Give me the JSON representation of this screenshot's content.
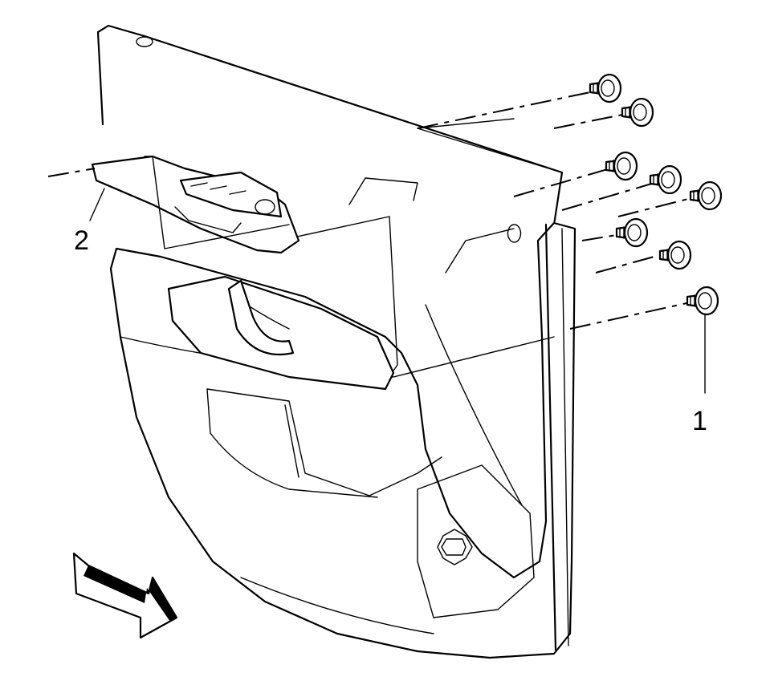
{
  "callouts": [
    {
      "id": "1",
      "label": "1"
    },
    {
      "id": "2",
      "label": "2"
    }
  ],
  "icons": {
    "fastener": "push-pin-retainer-icon",
    "direction": "front-of-vehicle-arrow-icon",
    "logo": "brand-emblem-icon"
  },
  "colors": {
    "ink": "#000000",
    "paper": "#ffffff"
  }
}
